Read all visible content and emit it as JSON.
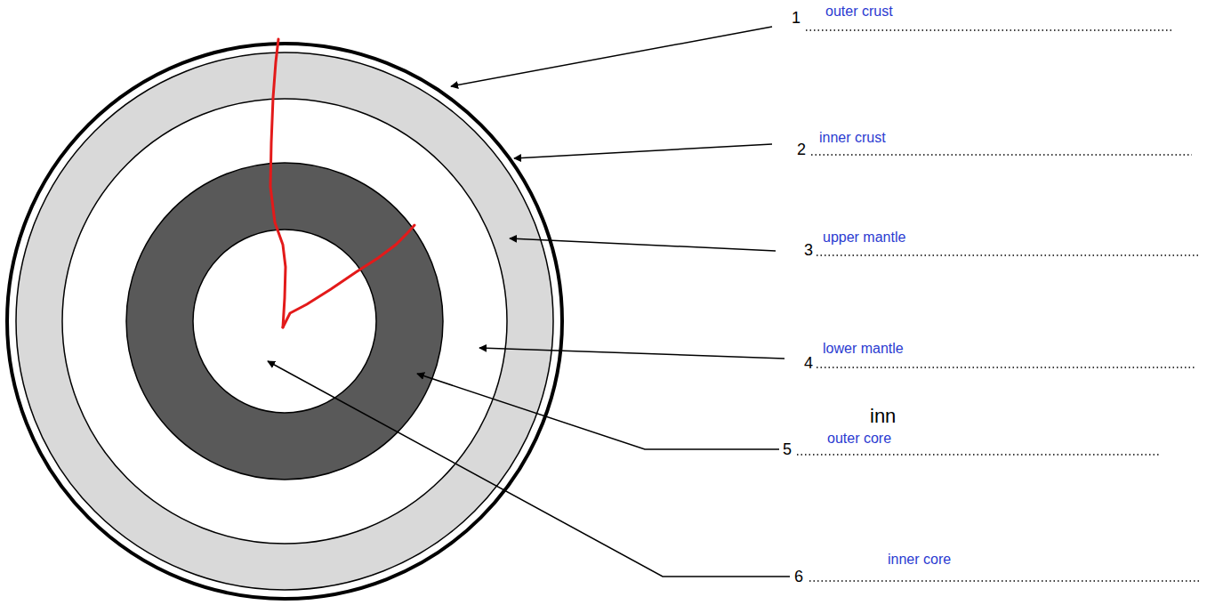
{
  "diagram": {
    "labels": [
      "1",
      "outer crust",
      "2",
      "inner crust",
      "3",
      "upper mantle",
      "4",
      "lower mantle",
      "inn",
      "5",
      "outer core",
      "6",
      "inner core"
    ]
  }
}
